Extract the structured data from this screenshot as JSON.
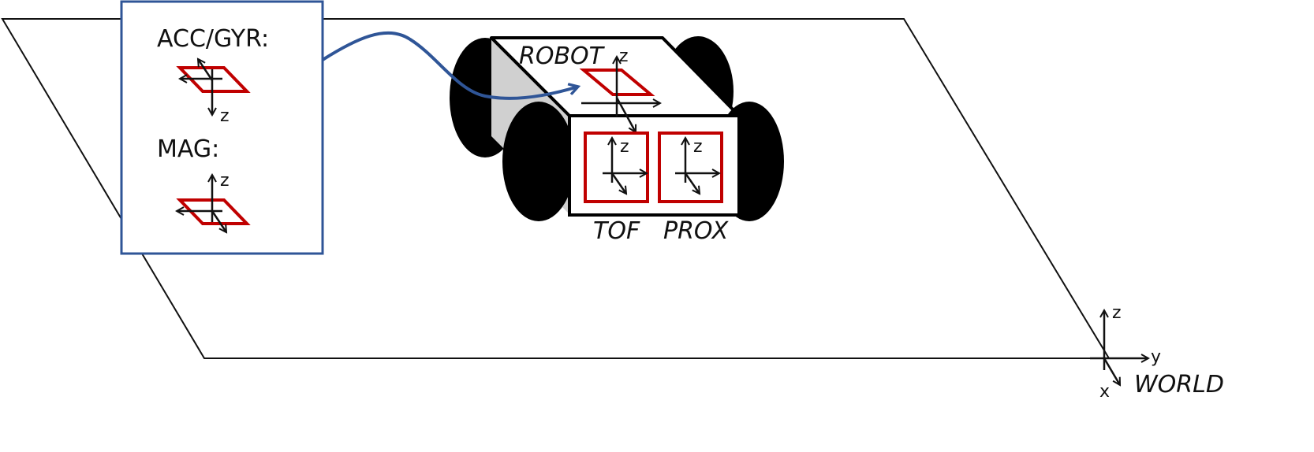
{
  "labels": {
    "acc_gyr": "ACC/GYR:",
    "mag": "MAG:",
    "robot": "ROBOT",
    "tof": "TOF",
    "prox": "PROX",
    "world": "WORLD"
  },
  "axis_letters": {
    "x": "x",
    "y": "y",
    "z": "z"
  },
  "colors": {
    "sensor_frame": "#c00000",
    "inset_border": "#2f5597",
    "arrow": "#2f5597",
    "body": "#000000",
    "shade": "#d0d0d0"
  }
}
